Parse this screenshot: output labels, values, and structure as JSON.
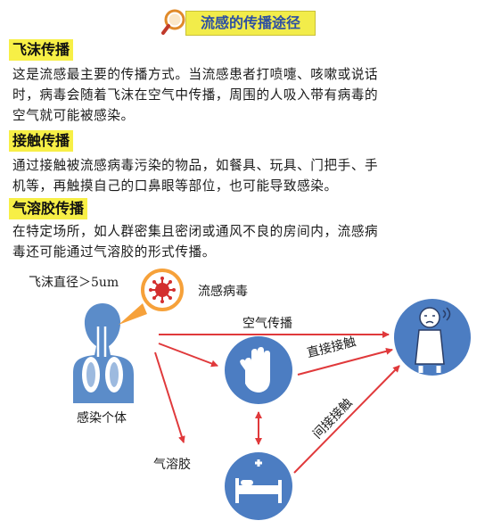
{
  "title": "流感的传播途径",
  "sections": [
    {
      "heading": "飞沫传播",
      "lines": [
        "这是流感最主要的传播方式。当流感患者打喷嚏、咳嗽或说话",
        "时，病毒会随着飞沫在空气中传播，周围的人吸入带有病毒的",
        "空气就可能被感染。"
      ]
    },
    {
      "heading": "接触传播",
      "lines": [
        "通过接触被流感病毒污染的物品，如餐具、玩具、门把手、手",
        "机等，再触摸自己的口鼻眼等部位，也可能导致感染。"
      ]
    },
    {
      "heading": "气溶胶传播",
      "lines": [
        "在特定场所，如人群密集且密闭或通风不良的房间内，流感病",
        "毒还可能通过气溶胶的形式传播。"
      ]
    }
  ],
  "diagram": {
    "droplet_label": "飞沫直径＞5um",
    "virus_label": "流感病毒",
    "infected_label": "感染个体",
    "air_label": "空气传播",
    "direct_label": "直接接触",
    "indirect_label": "间接接触",
    "aerosol_label": "气溶胶",
    "colors": {
      "arrow": "#e0393b",
      "circle": "#4c7dc2",
      "body": "#5b8cc9",
      "highlight": "#f7ef46",
      "bubble": "#f6a13a"
    }
  }
}
